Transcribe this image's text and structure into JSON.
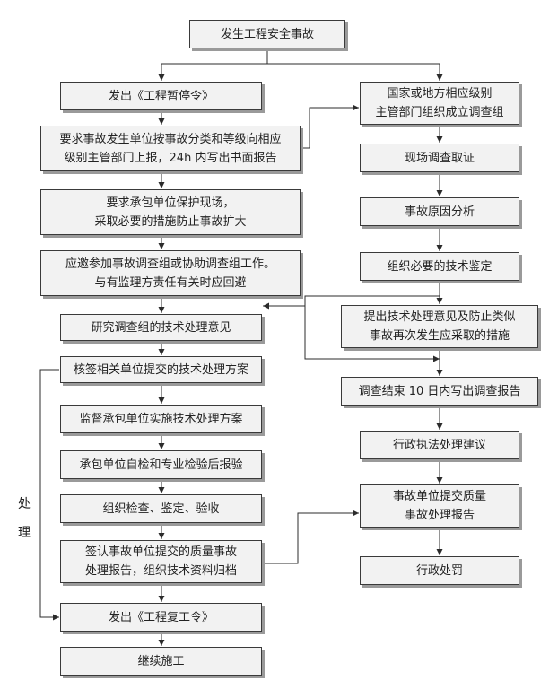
{
  "flowchart": {
    "top": "发生工程安全事故",
    "left": [
      {
        "lines": [
          "发出《工程暂停令》"
        ]
      },
      {
        "lines": [
          "要求事故发生单位按事故分类和等级向相应",
          "级别主管部门上报，24h 内写出书面报告"
        ]
      },
      {
        "lines": [
          "要求承包单位保护现场，",
          "采取必要的措施防止事故扩大"
        ]
      },
      {
        "lines": [
          "应邀参加事故调查组或协助调查组工作。",
          "与有监理方责任有关时应回避"
        ]
      },
      {
        "lines": [
          "研究调查组的技术处理意见"
        ]
      },
      {
        "lines": [
          "核签相关单位提交的技术处理方案"
        ]
      },
      {
        "lines": [
          "监督承包单位实施技术处理方案"
        ]
      },
      {
        "lines": [
          "承包单位自检和专业检验后报验"
        ]
      },
      {
        "lines": [
          "组织检查、鉴定、验收"
        ]
      },
      {
        "lines": [
          "签认事故单位提交的质量事故",
          "处理报告，组织技术资料归档"
        ]
      },
      {
        "lines": [
          "发出《工程复工令》"
        ]
      },
      {
        "lines": [
          "继续施工"
        ]
      }
    ],
    "right": [
      {
        "lines": [
          "国家或地方相应级别",
          "主管部门组织成立调查组"
        ]
      },
      {
        "lines": [
          "现场调查取证"
        ]
      },
      {
        "lines": [
          "事故原因分析"
        ]
      },
      {
        "lines": [
          "组织必要的技术鉴定"
        ]
      },
      {
        "lines": [
          "提出技术处理意见及防止类似",
          "事故再次发生应采取的措施"
        ]
      },
      {
        "lines": [
          "调查结束 10 日内写出调查报告"
        ]
      },
      {
        "lines": [
          "行政执法处理建议"
        ]
      },
      {
        "lines": [
          "事故单位提交质量",
          "事故处理报告"
        ]
      },
      {
        "lines": [
          "行政处罚"
        ]
      }
    ],
    "side_label": [
      "处",
      "理"
    ]
  }
}
